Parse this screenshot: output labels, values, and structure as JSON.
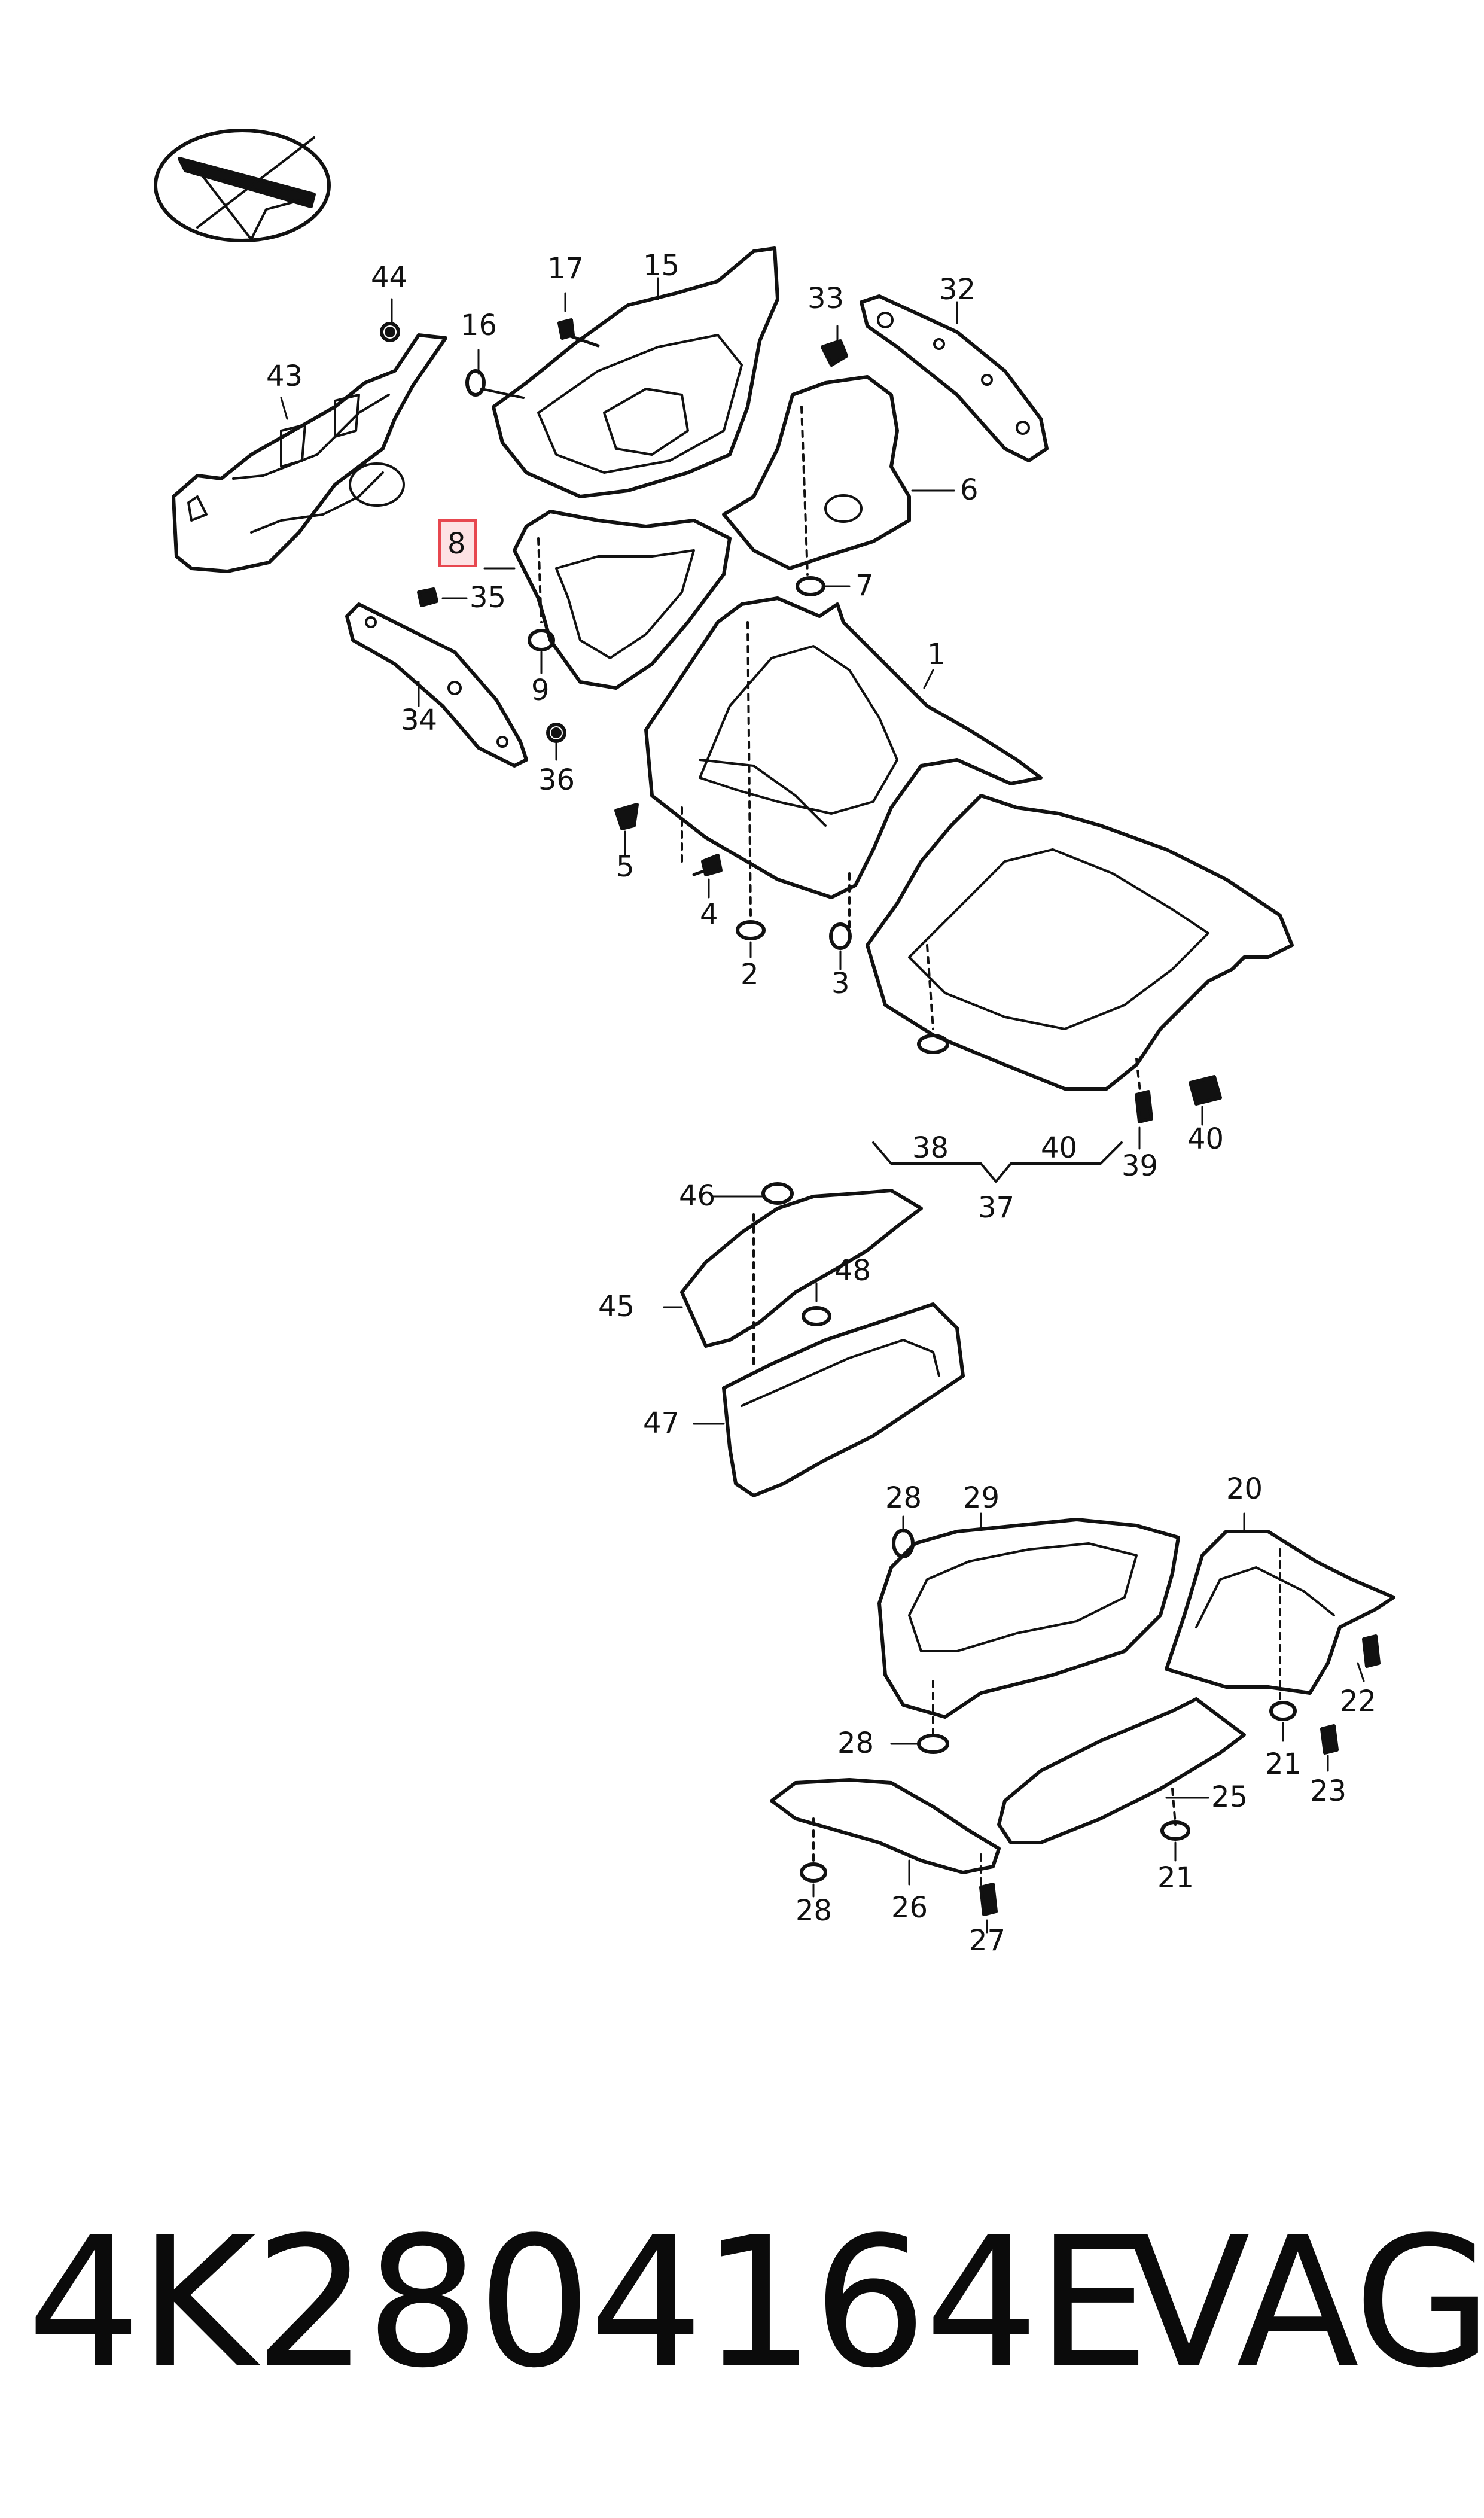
{
  "diagram": {
    "callouts": {
      "c1": "1",
      "c2": "2",
      "c3": "3",
      "c4": "4",
      "c5": "5",
      "c6": "6",
      "c7": "7",
      "c8": "8",
      "c9": "9",
      "c15": "15",
      "c16": "16",
      "c17": "17",
      "c20": "20",
      "c21a": "21",
      "c21b": "21",
      "c22": "22",
      "c23": "23",
      "c25": "25",
      "c26": "26",
      "c27": "27",
      "c28a": "28",
      "c28b": "28",
      "c28c": "28",
      "c29": "29",
      "c32": "32",
      "c33": "33",
      "c34": "34",
      "c35": "35",
      "c36": "36",
      "c37": "37",
      "c38": "38",
      "c39": "39",
      "c40a": "40",
      "c40b": "40",
      "c43": "43",
      "c44": "44",
      "c45": "45",
      "c46": "46",
      "c47": "47",
      "c48": "48"
    },
    "highlighted_callout": "8",
    "highlight_color": "#e7474f"
  },
  "footer": {
    "part_number": "4K2804164E",
    "brand": "VAG"
  }
}
